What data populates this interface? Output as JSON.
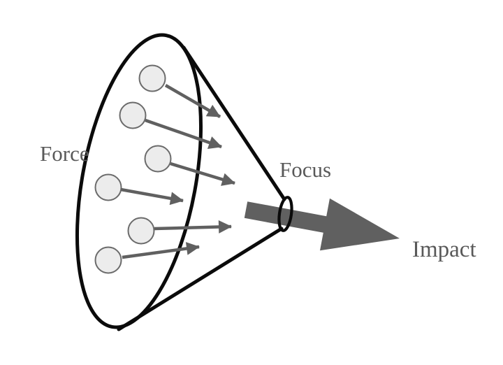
{
  "title": "Force Focus Impact funnel diagram",
  "flow": [
    "Force",
    "Focus",
    "Impact"
  ],
  "labels": {
    "force": "Force",
    "focus": "Focus",
    "impact": "Impact"
  },
  "colors": {
    "background": "#ffffff",
    "outline": "#0b0b0b",
    "arrow": "#606060",
    "text": "#595959",
    "circle_fill": "#ececec",
    "circle_stroke": "#6b6b6b"
  },
  "geometry": {
    "dot_radius": 18.5
  },
  "force_items": [
    {
      "dot": [
        218,
        112
      ],
      "arrow": [
        237,
        122,
        315,
        167
      ]
    },
    {
      "dot": [
        190,
        165
      ],
      "arrow": [
        208,
        172,
        317,
        210
      ]
    },
    {
      "dot": [
        226,
        227
      ],
      "arrow": [
        244,
        234,
        336,
        262
      ]
    },
    {
      "dot": [
        155,
        268
      ],
      "arrow": [
        173,
        271,
        262,
        287
      ]
    },
    {
      "dot": [
        202,
        330
      ],
      "arrow": [
        221,
        327,
        331,
        324
      ]
    },
    {
      "dot": [
        155,
        372
      ],
      "arrow": [
        175,
        368,
        285,
        353
      ]
    }
  ]
}
